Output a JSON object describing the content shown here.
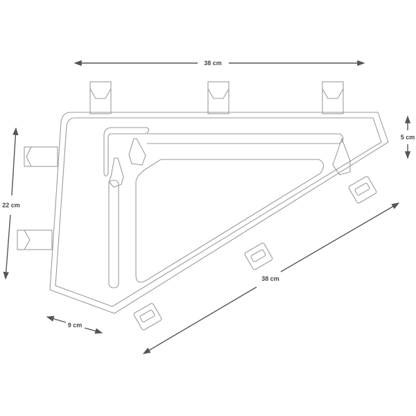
{
  "dimensions": {
    "top_length": "38 cm",
    "height": "22 cm",
    "front_height": "5 cm",
    "bottom_length": "38 cm",
    "width": "9 cm"
  },
  "colors": {
    "outline": "#9a9a9a",
    "arrow": "#555555"
  }
}
